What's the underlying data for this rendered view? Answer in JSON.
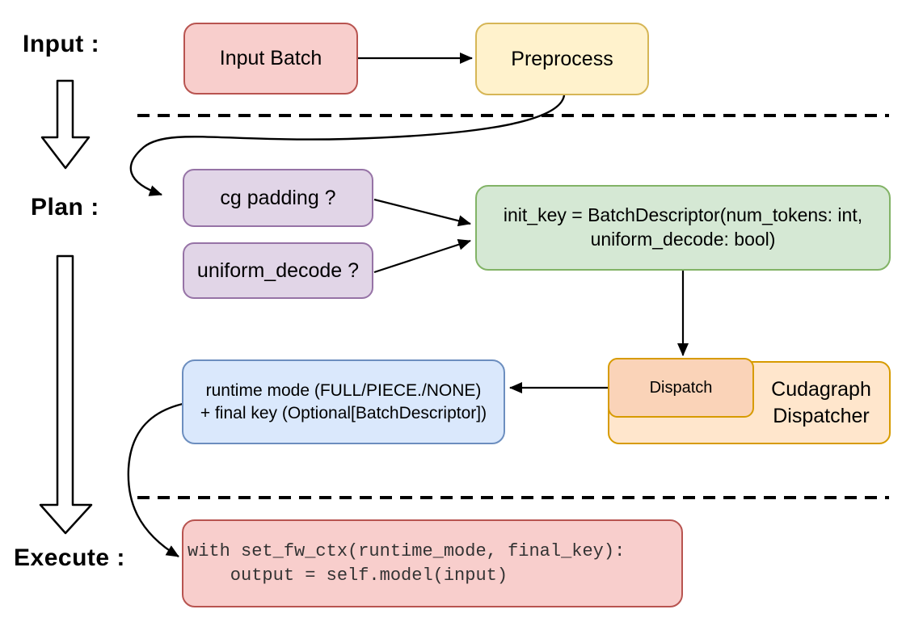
{
  "phases": {
    "input": "Input :",
    "plan": "Plan :",
    "execute": "Execute :"
  },
  "nodes": {
    "input_batch": {
      "label": "Input Batch"
    },
    "preprocess": {
      "label": "Preprocess"
    },
    "cg_padding": {
      "label": "cg padding ?"
    },
    "uniform_decode": {
      "label": "uniform_decode ?"
    },
    "init_key": {
      "line1": "init_key = BatchDescriptor(num_tokens: int,",
      "line2": "uniform_decode: bool)"
    },
    "dispatch": {
      "label": "Dispatch"
    },
    "cudagraph_dispatcher": {
      "line1": "Cudagraph",
      "line2": "Dispatcher"
    },
    "runtime_mode": {
      "line1": "runtime mode (FULL/PIECE./NONE)",
      "line2": "+ final key (Optional[BatchDescriptor])"
    },
    "execute_code": {
      "line1": "with set_fw_ctx(runtime_mode, final_key):",
      "line2": "    output = self.model(input)"
    }
  },
  "palette": {
    "red_fill": "#F8CECC",
    "red_stroke": "#B85450",
    "yellow_fill": "#FFF2CC",
    "yellow_stroke": "#D6B656",
    "purple_fill": "#E1D5E7",
    "purple_stroke": "#9673A6",
    "green_fill": "#D5E8D4",
    "green_stroke": "#82B366",
    "blue_fill": "#DAE8FC",
    "blue_stroke": "#6C8EBF",
    "orange_fill": "#FFE6CC",
    "orange_stroke": "#D79B00",
    "dispatch_fill": "#FAD3B8",
    "connector": "#000000"
  }
}
